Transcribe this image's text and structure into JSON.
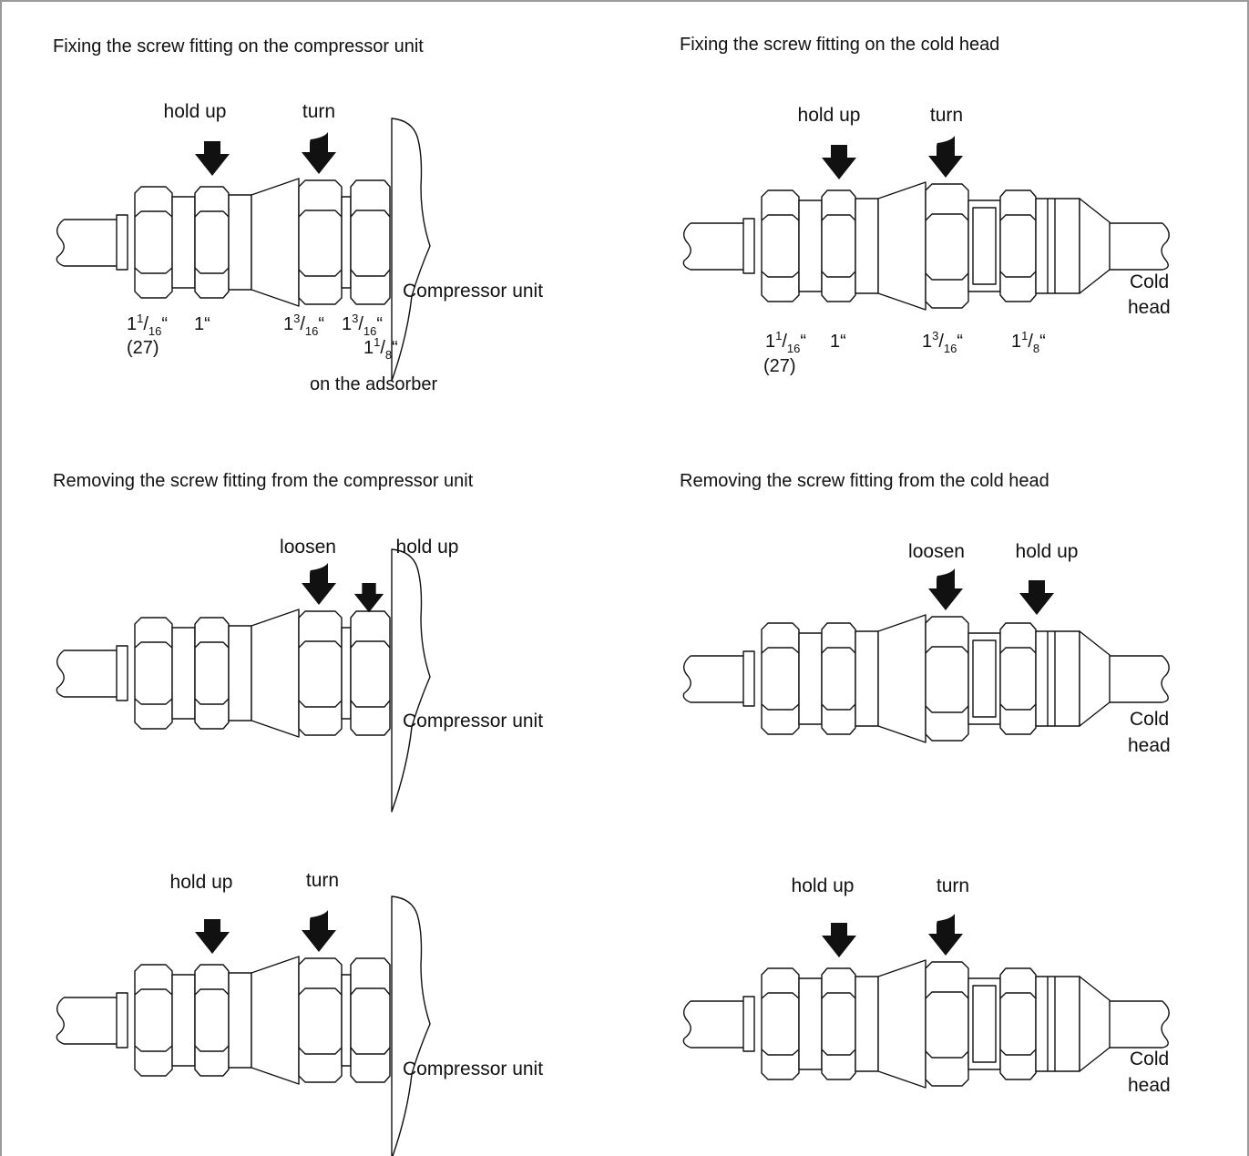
{
  "headings": {
    "fix_compressor": "Fixing the screw fitting on the compressor unit",
    "fix_coldhead": "Fixing the screw fitting on the cold head",
    "remove_compressor": "Removing the screw fitting from the compressor unit",
    "remove_coldhead": "Removing the screw fitting from the cold head"
  },
  "actions": {
    "hold_up": "hold up",
    "turn": "turn",
    "loosen": "loosen"
  },
  "labels": {
    "compressor_unit": "Compressor unit",
    "cold": "Cold",
    "head": "head",
    "on_the_adsorber": "on the adsorber",
    "size_27": "(27)",
    "one_inch": "1“",
    "one": "1",
    "frac_1_16_num": "1",
    "frac_1_16_den": "16",
    "frac_3_16_num": "3",
    "frac_3_16_den": "16",
    "frac_1_8_num": "1",
    "frac_1_8_den": "8",
    "quote": "“",
    "slash": "/"
  }
}
